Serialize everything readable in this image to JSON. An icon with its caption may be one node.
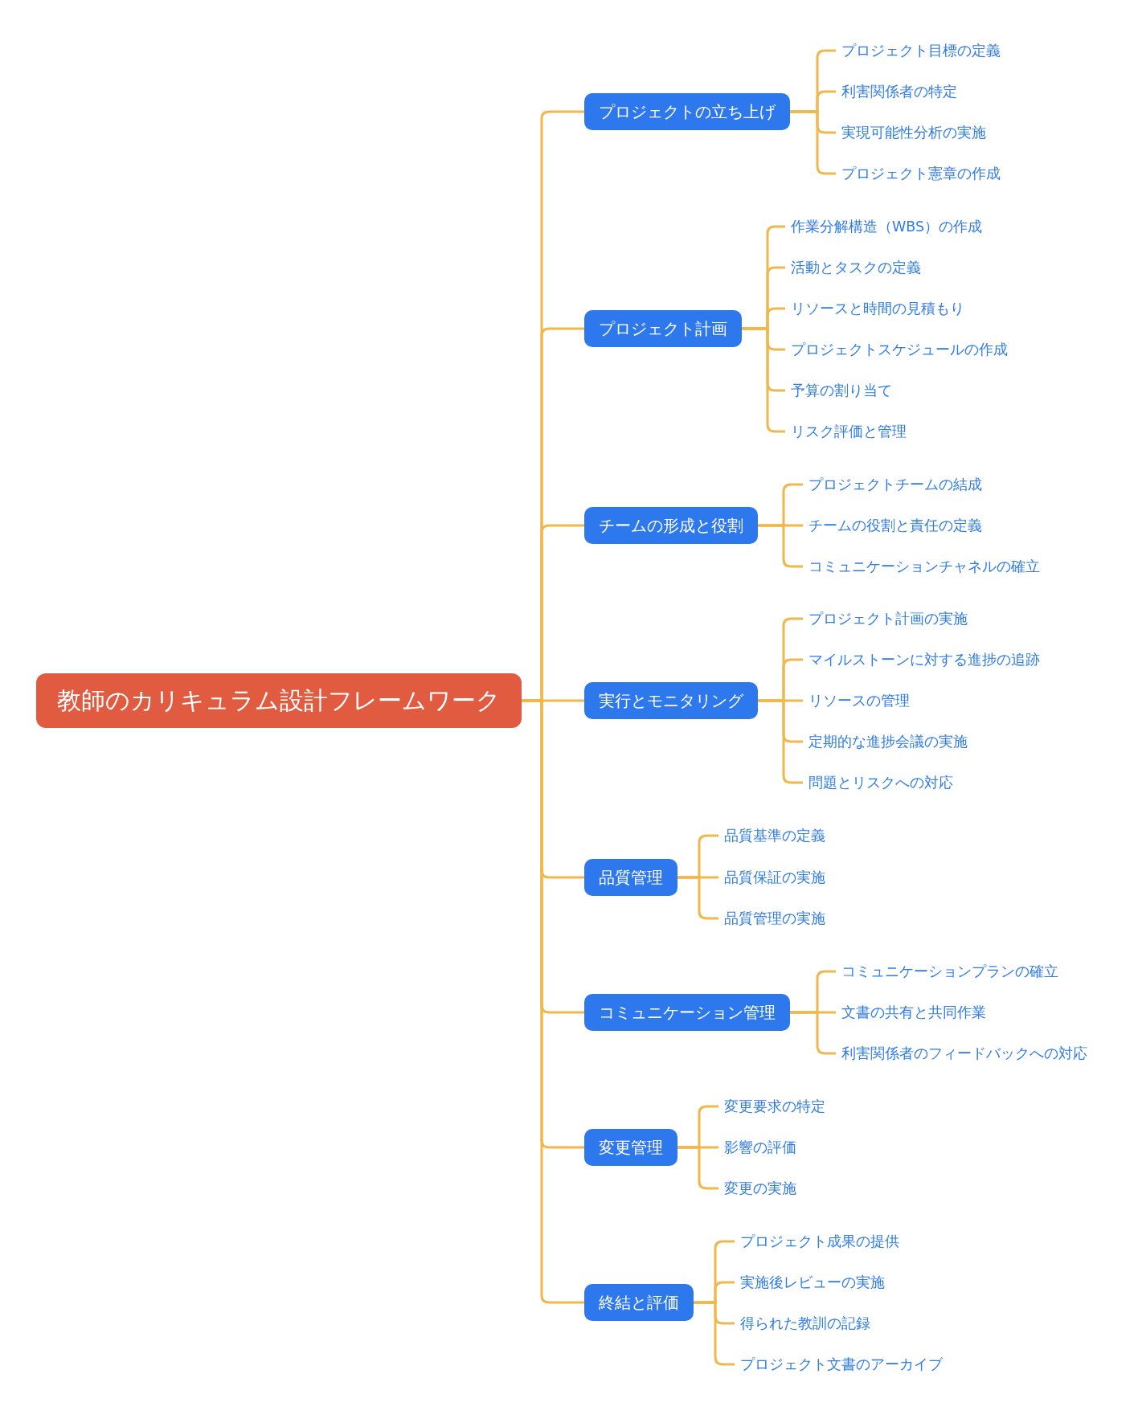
{
  "diagram": {
    "nodes": [
      {
        "text": [
          "教師のカリキュラム設計フレームワーク"
        ]
      },
      {
        "text": [
          "プロジェクトの立ち上げ"
        ]
      },
      {
        "text": [
          "プロジェクト目標の定義"
        ]
      },
      {
        "text": [
          "利害関係者の特定"
        ]
      },
      {
        "text": [
          "実現可能性分析の実施"
        ]
      },
      {
        "text": [
          "プロジェクト憲章の作成"
        ]
      },
      {
        "text": [
          "プロジェクト計画"
        ]
      },
      {
        "text": [
          "作業分解構造（WBS）の作成"
        ]
      },
      {
        "text": [
          "活動とタスクの定義"
        ]
      },
      {
        "text": [
          "リソースと時間の見積もり"
        ]
      },
      {
        "text": [
          "プロジェクトスケジュールの作成"
        ]
      },
      {
        "text": [
          "予算の割り当て"
        ]
      },
      {
        "text": [
          "リスク評価と管理"
        ]
      },
      {
        "text": [
          "チームの形成と役割"
        ]
      },
      {
        "text": [
          "プロジェクトチームの結成"
        ]
      },
      {
        "text": [
          "チームの役割と責任の定義"
        ]
      },
      {
        "text": [
          "コミュニケーションチャネルの確立"
        ]
      },
      {
        "text": [
          "実行とモニタリング"
        ]
      },
      {
        "text": [
          "プロジェクト計画の実施"
        ]
      },
      {
        "text": [
          "マイルストーンに対する進捗の追跡"
        ]
      },
      {
        "text": [
          "リソースの管理"
        ]
      },
      {
        "text": [
          "定期的な進捗会議の実施"
        ]
      },
      {
        "text": [
          "問題とリスクへの対応"
        ]
      },
      {
        "text": [
          "品質管理"
        ]
      },
      {
        "text": [
          "品質基準の定義"
        ]
      },
      {
        "text": [
          "品質保証の実施"
        ]
      },
      {
        "text": [
          "品質管理の実施"
        ]
      },
      {
        "text": [
          "コミュニケーション管理"
        ]
      },
      {
        "text": [
          "コミュニケーションプランの確立"
        ]
      },
      {
        "text": [
          "文書の共有と共同作業"
        ]
      },
      {
        "text": [
          "利害関係者のフィードバックへの対応"
        ]
      },
      {
        "text": [
          "変更管理"
        ]
      },
      {
        "text": [
          "変更要求の特定"
        ]
      },
      {
        "text": [
          "影響の評価"
        ]
      },
      {
        "text": [
          "変更の実施"
        ]
      },
      {
        "text": [
          "終結と評価"
        ]
      },
      {
        "text": [
          "プロジェクト成果の提供"
        ]
      },
      {
        "text": [
          "実施後レビューの実施"
        ]
      },
      {
        "text": [
          "得られた教訓の記録"
        ]
      },
      {
        "text": [
          "プロジェクト文書のアーカイブ"
        ]
      }
    ],
    "edges": [
      {
        "from": 0,
        "to": 1,
        "arrow": "none"
      },
      {
        "from": 0,
        "to": 6,
        "arrow": "none"
      },
      {
        "from": 0,
        "to": 13,
        "arrow": "none"
      },
      {
        "from": 0,
        "to": 17,
        "arrow": "none"
      },
      {
        "from": 0,
        "to": 23,
        "arrow": "none"
      },
      {
        "from": 0,
        "to": 27,
        "arrow": "none"
      },
      {
        "from": 0,
        "to": 31,
        "arrow": "none"
      },
      {
        "from": 0,
        "to": 35,
        "arrow": "none"
      },
      {
        "from": 1,
        "to": 2,
        "arrow": "none"
      },
      {
        "from": 1,
        "to": 3,
        "arrow": "none"
      },
      {
        "from": 1,
        "to": 4,
        "arrow": "none"
      },
      {
        "from": 1,
        "to": 5,
        "arrow": "none"
      },
      {
        "from": 6,
        "to": 7,
        "arrow": "none"
      },
      {
        "from": 6,
        "to": 8,
        "arrow": "none"
      },
      {
        "from": 6,
        "to": 9,
        "arrow": "none"
      },
      {
        "from": 6,
        "to": 10,
        "arrow": "none"
      },
      {
        "from": 6,
        "to": 11,
        "arrow": "none"
      },
      {
        "from": 6,
        "to": 12,
        "arrow": "none"
      },
      {
        "from": 13,
        "to": 14,
        "arrow": "none"
      },
      {
        "from": 13,
        "to": 15,
        "arrow": "none"
      },
      {
        "from": 13,
        "to": 16,
        "arrow": "none"
      },
      {
        "from": 17,
        "to": 18,
        "arrow": "none"
      },
      {
        "from": 17,
        "to": 19,
        "arrow": "none"
      },
      {
        "from": 17,
        "to": 20,
        "arrow": "none"
      },
      {
        "from": 17,
        "to": 21,
        "arrow": "none"
      },
      {
        "from": 17,
        "to": 22,
        "arrow": "none"
      },
      {
        "from": 23,
        "to": 24,
        "arrow": "none"
      },
      {
        "from": 23,
        "to": 25,
        "arrow": "none"
      },
      {
        "from": 23,
        "to": 26,
        "arrow": "none"
      },
      {
        "from": 27,
        "to": 28,
        "arrow": "none"
      },
      {
        "from": 27,
        "to": 29,
        "arrow": "none"
      },
      {
        "from": 27,
        "to": 30,
        "arrow": "none"
      },
      {
        "from": 31,
        "to": 32,
        "arrow": "none"
      },
      {
        "from": 31,
        "to": 33,
        "arrow": "none"
      },
      {
        "from": 31,
        "to": 34,
        "arrow": "none"
      },
      {
        "from": 35,
        "to": 36,
        "arrow": "none"
      },
      {
        "from": 35,
        "to": 37,
        "arrow": "none"
      },
      {
        "from": 35,
        "to": 38,
        "arrow": "none"
      },
      {
        "from": 35,
        "to": 39,
        "arrow": "none"
      }
    ]
  }
}
